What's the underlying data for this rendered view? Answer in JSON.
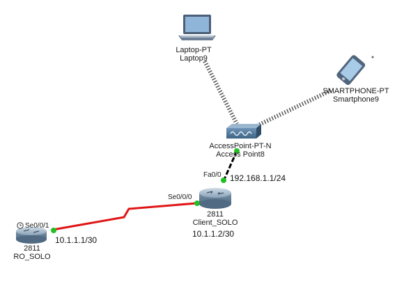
{
  "devices": {
    "laptop": {
      "type": "Laptop-PT",
      "name": "Laptop9",
      "icon": "laptop-icon"
    },
    "smartphone": {
      "type": "SMARTPHONE-PT",
      "name": "Smartphone9",
      "icon": "smartphone-icon"
    },
    "access_point": {
      "type": "AccessPoint-PT-N",
      "name": "Access Point8",
      "icon": "access-point-icon"
    },
    "client_router": {
      "type": "2811",
      "name": "Client_SOLO",
      "ip": "10.1.1.2/30",
      "icon": "router-icon"
    },
    "remote_router": {
      "type": "2811",
      "name": "RO_SOLO",
      "icon": "router-icon"
    }
  },
  "ports": {
    "client_fa": "Fa0/0",
    "client_se": "Se0/0/0",
    "remote_se": "Se0/0/1"
  },
  "addresses": {
    "lan_ip": "192.168.1.1/24",
    "remote_ip": "10.1.1.1/30"
  },
  "links": {
    "wireless": "dotted",
    "ethernet": "black",
    "serial": "red",
    "status_color": "#22c022",
    "serial_color": "#e01515"
  }
}
